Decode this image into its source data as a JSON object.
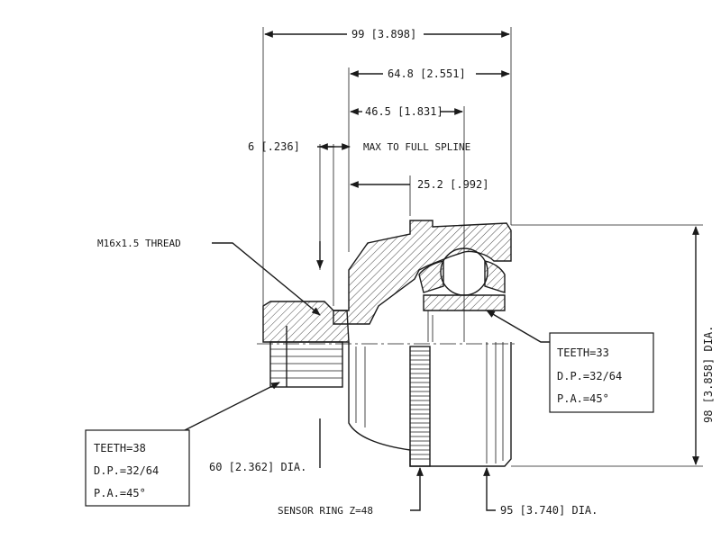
{
  "dimensions": {
    "overall": "99 [3.898]",
    "d_648": "64.8 [2.551]",
    "d_465": "46.5 [1.831]",
    "d_6": "6 [.236]",
    "max_spline": "MAX TO FULL SPLINE",
    "d_252": "25.2 [.992]",
    "d_98dia": "98 [3.858] DIA.",
    "d_60dia": "60 [2.362] DIA.",
    "d_95dia": "95 [3.740] DIA."
  },
  "labels": {
    "thread": "M16x1.5 THREAD",
    "sensor": "SENSOR RING Z=48"
  },
  "spec_inner": {
    "teeth": "TEETH=33",
    "dp": "D.P.=32/64",
    "pa": "P.A.=45°"
  },
  "spec_outer": {
    "teeth": "TEETH=38",
    "dp": "D.P.=32/64",
    "pa": "P.A.=45°"
  }
}
